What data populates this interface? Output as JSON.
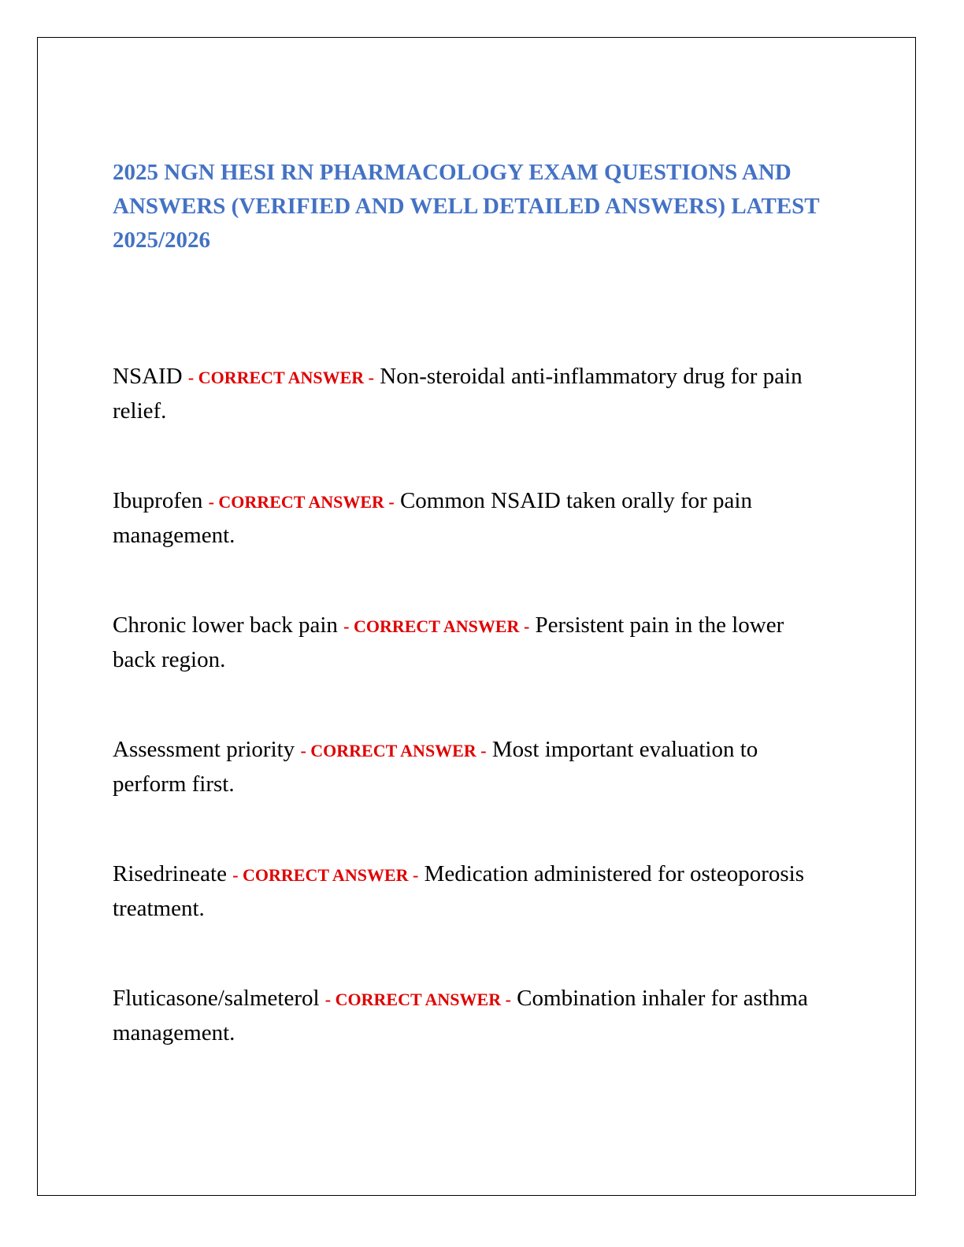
{
  "document": {
    "title": "2025 NGN HESI RN PHARMACOLOGY EXAM QUESTIONS AND ANSWERS (VERIFIED AND WELL DETAILED ANSWERS) LATEST 2025/2026",
    "separator_label": "- CORRECT ANSWER -",
    "accent_color": "#4472c4",
    "separator_color": "#e00000",
    "entries": [
      {
        "term": "NSAID",
        "definition": "Non-steroidal anti-inflammatory drug for pain relief."
      },
      {
        "term": "Ibuprofen",
        "definition": "Common NSAID taken orally for pain management."
      },
      {
        "term": "Chronic lower back pain",
        "definition": "Persistent pain in the lower back region."
      },
      {
        "term": "Assessment priority",
        "definition": "Most important evaluation to perform first."
      },
      {
        "term": "Risedrineate",
        "definition": "Medication administered for osteoporosis treatment."
      },
      {
        "term": "Fluticasone/salmeterol",
        "definition": "Combination inhaler for asthma management."
      }
    ]
  }
}
